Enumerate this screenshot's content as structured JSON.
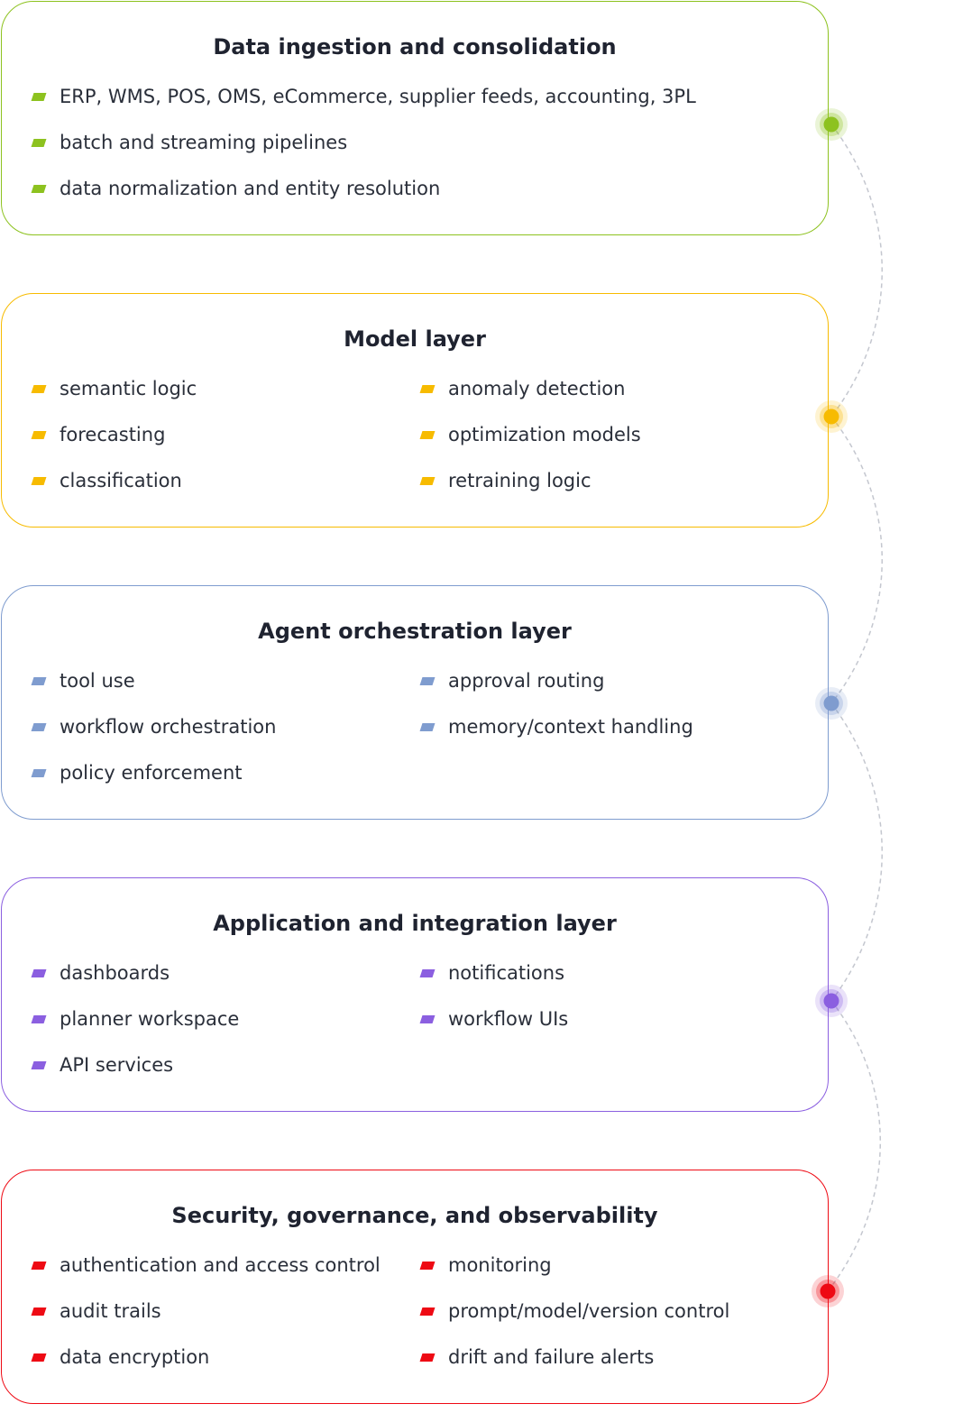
{
  "layers": [
    {
      "title": "Data ingestion and consolidation",
      "color": "#8dc21f",
      "columns": 1,
      "items": [
        "ERP, WMS, POS, OMS, eCommerce, supplier feeds, accounting, 3PL",
        "batch and streaming pipelines",
        "data normalization and entity resolution"
      ]
    },
    {
      "title": "Model layer",
      "color": "#f7bb00",
      "columns": 2,
      "items": [
        "semantic logic",
        "anomaly detection",
        "forecasting",
        "optimization models",
        "classification",
        "retraining logic"
      ]
    },
    {
      "title": "Agent orchestration layer",
      "color": "#7f9ccf",
      "columns": 2,
      "items": [
        "tool use",
        "approval routing",
        "workflow orchestration",
        "memory/context handling",
        "policy enforcement"
      ]
    },
    {
      "title": "Application and integration layer",
      "color": "#8b5fe0",
      "columns": 2,
      "items": [
        "dashboards",
        "notifications",
        "planner workspace",
        "workflow UIs",
        "API services"
      ]
    },
    {
      "title": "Security, governance, and observability",
      "color": "#ee0a14",
      "columns": 2,
      "items": [
        "authentication and access control",
        "monitoring",
        "audit trails",
        "prompt/model/version control",
        "data encryption",
        "drift and failure alerts"
      ]
    }
  ],
  "connector_color": "#c4c7cf"
}
